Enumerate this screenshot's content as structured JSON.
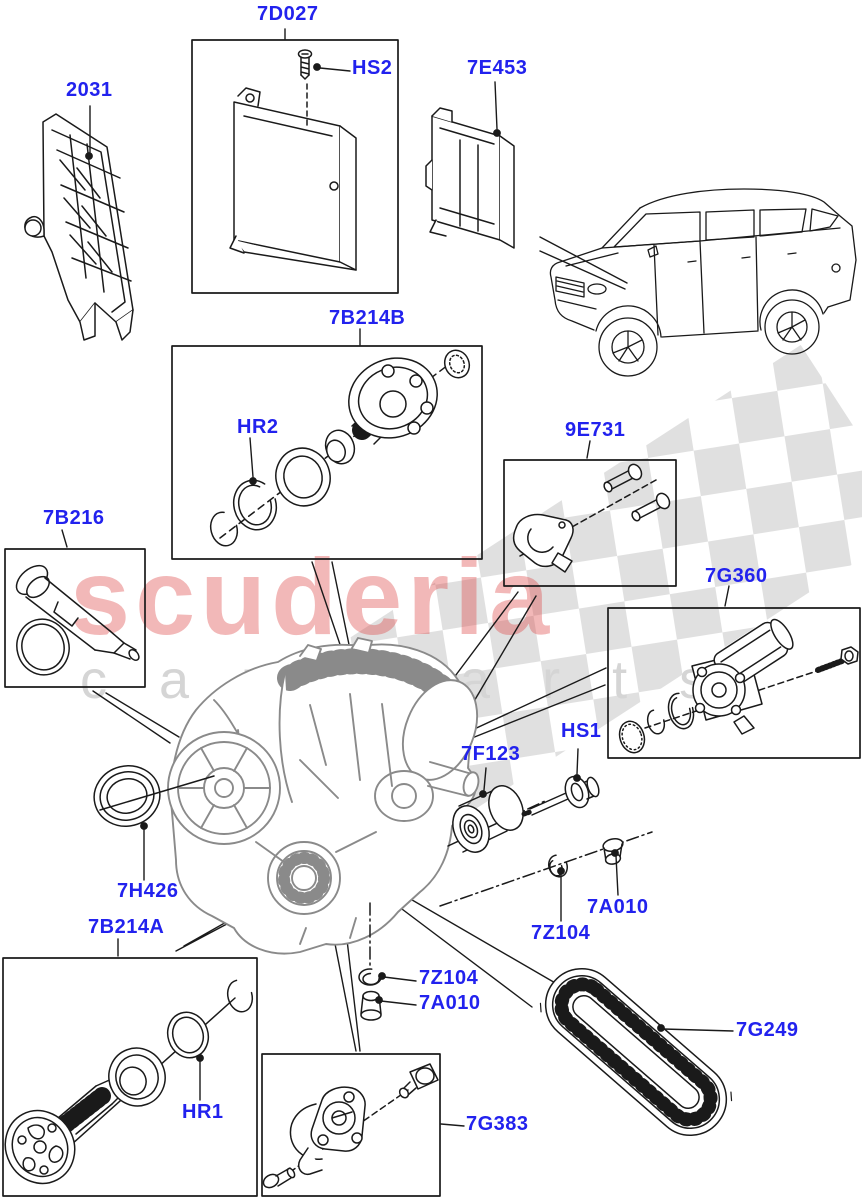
{
  "diagram": {
    "labels": {
      "p2031": "2031",
      "p7d027": "7D027",
      "hs2": "HS2",
      "p7e453": "7E453",
      "p7b214b": "7B214B",
      "hr2": "HR2",
      "p9e731": "9E731",
      "p7b216": "7B216",
      "p7g360": "7G360",
      "p7f123": "7F123",
      "hs1": "HS1",
      "p7h426": "7H426",
      "p7z104_right": "7Z104",
      "p7a010_right": "7A010",
      "p7b214a": "7B214A",
      "p7z104_bottom": "7Z104",
      "p7a010_bottom": "7A010",
      "p7g249": "7G249",
      "p7g383": "7G383",
      "hr1": "HR1"
    },
    "label_color": "#2222ee",
    "line_color": "#1a1a1a",
    "case_line_color": "#8a8a8a"
  },
  "watermark": {
    "brand": "scuderia",
    "tagline": "car parts",
    "brand_color": "#dd4444",
    "tagline_color": "#d5d5d5",
    "checker_color": "#e0e0e0"
  }
}
